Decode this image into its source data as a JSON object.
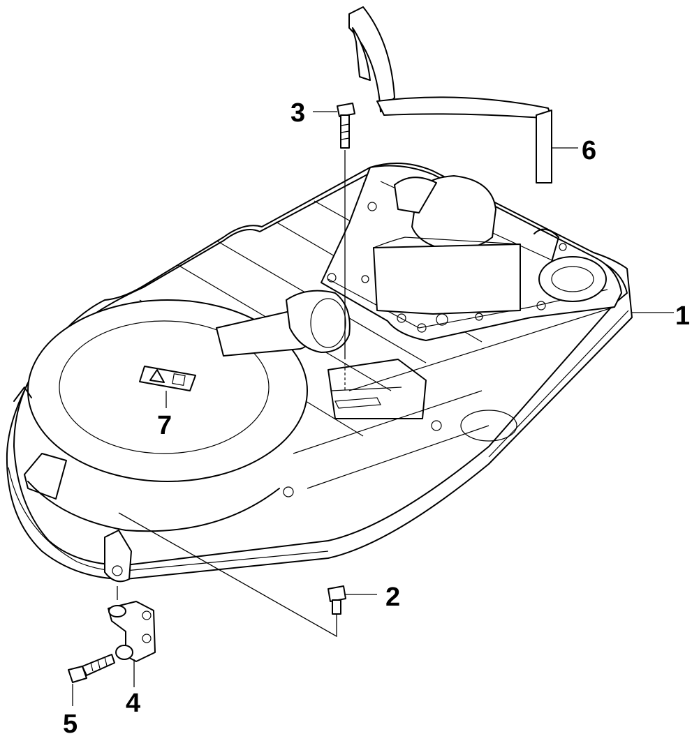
{
  "callouts": [
    {
      "id": "part-1",
      "label": "1"
    },
    {
      "id": "part-2",
      "label": "2"
    },
    {
      "id": "part-3",
      "label": "3"
    },
    {
      "id": "part-4",
      "label": "4"
    },
    {
      "id": "part-5",
      "label": "5"
    },
    {
      "id": "part-6",
      "label": "6"
    },
    {
      "id": "part-7",
      "label": "7"
    }
  ]
}
